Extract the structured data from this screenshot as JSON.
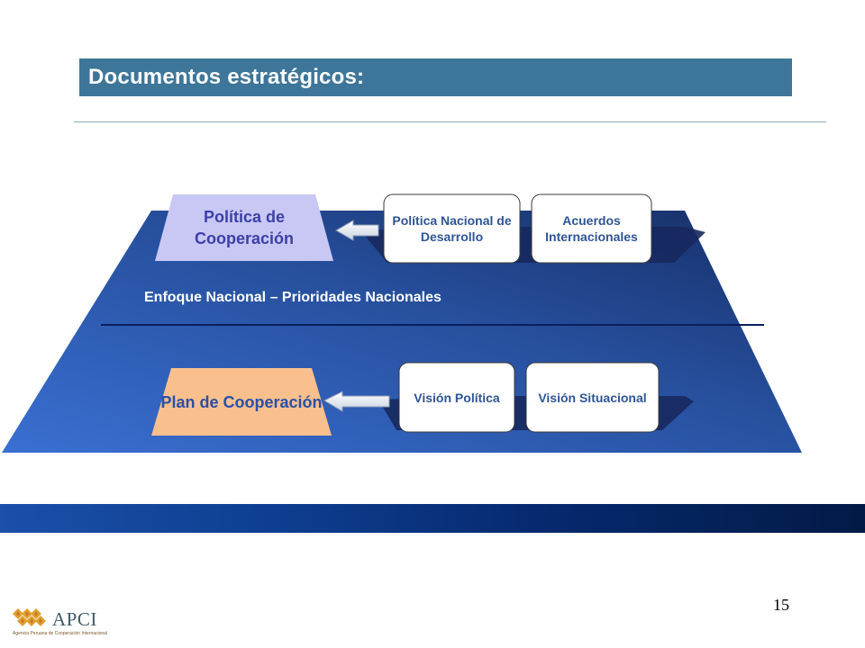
{
  "slide": {
    "title": "Documentos estratégicos:",
    "page_number": "15"
  },
  "diagram": {
    "politica_label": "Política de Cooperación",
    "plan_label": "Plan de Cooperación",
    "enfoque_label": "Enfoque Nacional – Prioridades Nacionales",
    "top_boxes": [
      "Política Nacional de Desarrollo",
      "Acuerdos Internacionales"
    ],
    "bottom_boxes": [
      "Visión Política",
      "Visión Situacional"
    ]
  },
  "logo": {
    "name": "APCI",
    "subtitle": "Agencia Peruana de Cooperación Internacional"
  },
  "colors": {
    "title_bar": "#3e7699",
    "pyramid_dark": "#1c3a78",
    "pyramid_light": "#3c6fd0",
    "politica_panel": "#c9c8f4",
    "plan_panel": "#f9c08e",
    "band_dark": "#021a45"
  }
}
